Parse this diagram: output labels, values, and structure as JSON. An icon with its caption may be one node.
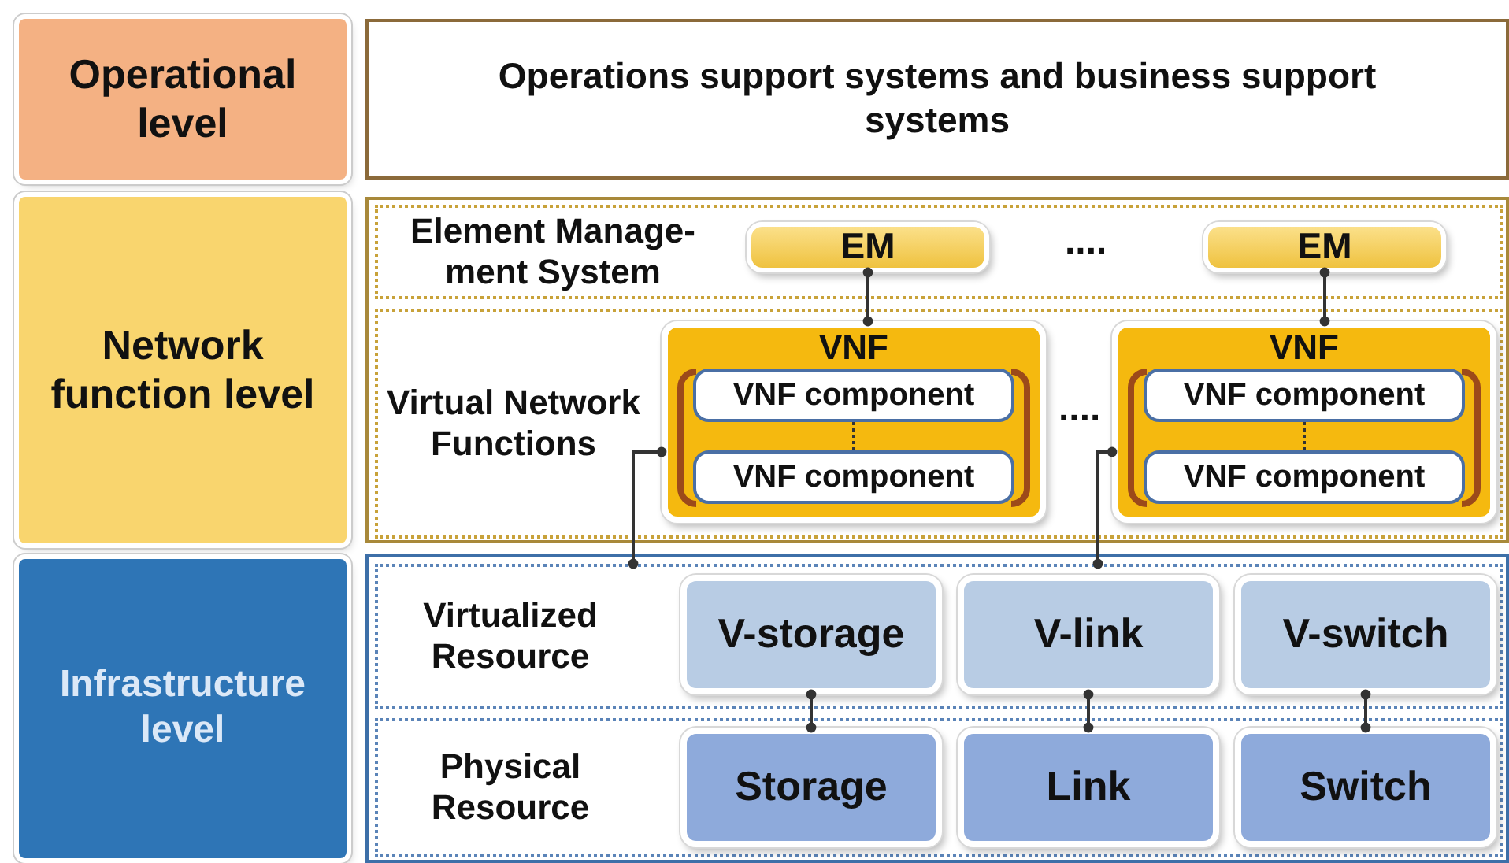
{
  "diagram": {
    "nodes": [
      {
        "text": [
          "Operational level"
        ]
      },
      {
        "text": [
          "Operations support systems and business support systems"
        ]
      },
      {
        "text": [
          "Network function level"
        ]
      },
      {
        "text": [
          "Element Manage- ment System"
        ]
      },
      {
        "text": [
          "EM"
        ],
        "in": 3
      },
      {
        "text": [
          "EM"
        ],
        "in": 3
      },
      {
        "text": [
          "Virtual Network Functions"
        ]
      },
      {
        "text": [
          "VNF"
        ],
        "in": 6
      },
      {
        "text": [
          "VNF component"
        ],
        "in": 7
      },
      {
        "text": [
          "VNF component"
        ],
        "in": 7
      },
      {
        "text": [
          "VNF"
        ],
        "in": 6
      },
      {
        "text": [
          "VNF component"
        ],
        "in": 10
      },
      {
        "text": [
          "VNF component"
        ],
        "in": 10
      },
      {
        "text": [
          "Infrastructure level"
        ]
      },
      {
        "text": [
          "Virtualized Resource"
        ]
      },
      {
        "text": [
          "V-storage"
        ],
        "in": 14
      },
      {
        "text": [
          "V-link"
        ],
        "in": 14
      },
      {
        "text": [
          "V-switch"
        ],
        "in": 14
      },
      {
        "text": [
          "Physical Resource"
        ]
      },
      {
        "text": [
          "Storage"
        ],
        "in": 18
      },
      {
        "text": [
          "Link"
        ],
        "in": 18
      },
      {
        "text": [
          "Switch"
        ],
        "in": 18
      }
    ],
    "edges": [
      {
        "from": 4,
        "to": 7,
        "arrow": "other"
      },
      {
        "from": 5,
        "to": 10,
        "arrow": "other"
      },
      {
        "from": 8,
        "to": 9,
        "arrow": "none",
        "style": "dashed"
      },
      {
        "from": 11,
        "to": 12,
        "arrow": "none",
        "style": "dashed"
      },
      {
        "from": 7,
        "to": 14,
        "arrow": "other"
      },
      {
        "from": 10,
        "to": 14,
        "arrow": "other"
      },
      {
        "from": 15,
        "to": 19,
        "arrow": "other"
      },
      {
        "from": 16,
        "to": 20,
        "arrow": "other"
      },
      {
        "from": 17,
        "to": 21,
        "arrow": "other"
      }
    ],
    "labels": [
      "....",
      "...."
    ]
  }
}
